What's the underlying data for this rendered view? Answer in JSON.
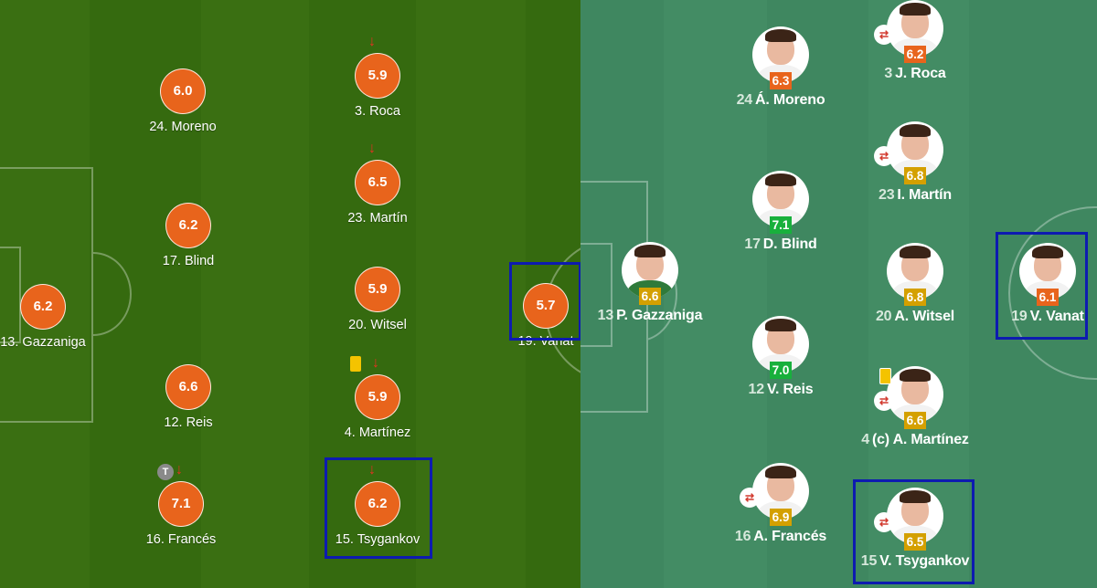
{
  "colors": {
    "left_pitch": "#356a0f",
    "right_pitch": "#3f8760",
    "rating_orange": "#e8641c",
    "rating_yellow": "#d4a000",
    "rating_green": "#18b03c",
    "highlight_border": "#0d1bb0",
    "sub_arrow": "#e53222"
  },
  "left_panel": {
    "players": [
      {
        "rating": "6.2",
        "name": "13. Gazzaniga",
        "markers": []
      },
      {
        "rating": "6.0",
        "name": "24. Moreno",
        "markers": []
      },
      {
        "rating": "6.2",
        "name": "17. Blind",
        "markers": []
      },
      {
        "rating": "6.6",
        "name": "12. Reis",
        "markers": []
      },
      {
        "rating": "7.1",
        "name": "16. Francés",
        "markers": [
          "T",
          "subbed-off-arrow"
        ],
        "marker_label": "T",
        "arrow": "↓"
      },
      {
        "rating": "5.9",
        "name": "3. Roca",
        "markers": [
          "subbed-off-arrow"
        ],
        "arrow": "↓"
      },
      {
        "rating": "6.5",
        "name": "23. Martín",
        "markers": [
          "subbed-off-arrow"
        ],
        "arrow": "↓"
      },
      {
        "rating": "5.9",
        "name": "20. Witsel",
        "markers": []
      },
      {
        "rating": "5.9",
        "name": "4. Martínez",
        "markers": [
          "yellow-card",
          "subbed-off-arrow"
        ],
        "arrow": "↓"
      },
      {
        "rating": "6.2",
        "name": "15. Tsygankov",
        "markers": [
          "subbed-off-arrow"
        ],
        "arrow": "↓",
        "highlighted": true
      },
      {
        "rating": "5.7",
        "name": "19. Vanat",
        "markers": [],
        "highlighted": true
      }
    ]
  },
  "right_panel": {
    "players": [
      {
        "number": "13",
        "name": "P. Gazzaniga",
        "rating": "6.6",
        "rating_color": "yellow",
        "icons": [],
        "kit": "goalkeeper"
      },
      {
        "number": "24",
        "name": "Á. Moreno",
        "rating": "6.3",
        "rating_color": "orange",
        "icons": []
      },
      {
        "number": "17",
        "name": "D. Blind",
        "rating": "7.1",
        "rating_color": "green",
        "icons": []
      },
      {
        "number": "12",
        "name": "V. Reis",
        "rating": "7.0",
        "rating_color": "green",
        "icons": []
      },
      {
        "number": "16",
        "name": "A. Francés",
        "rating": "6.9",
        "rating_color": "yellow",
        "icons": [
          "substitution-icon"
        ]
      },
      {
        "number": "3",
        "name": "J. Roca",
        "rating": "6.2",
        "rating_color": "orange",
        "icons": [
          "substitution-icon"
        ]
      },
      {
        "number": "23",
        "name": "I. Martín",
        "rating": "6.8",
        "rating_color": "yellow",
        "icons": [
          "substitution-icon"
        ]
      },
      {
        "number": "20",
        "name": "A. Witsel",
        "rating": "6.8",
        "rating_color": "yellow",
        "icons": []
      },
      {
        "number": "4",
        "name": "(c) A. Martínez",
        "rating": "6.6",
        "rating_color": "yellow",
        "icons": [
          "yellow-card",
          "substitution-icon"
        ]
      },
      {
        "number": "15",
        "name": "V. Tsygankov",
        "rating": "6.5",
        "rating_color": "yellow",
        "icons": [
          "substitution-icon"
        ],
        "highlighted": true
      },
      {
        "number": "19",
        "name": "V. Vanat",
        "rating": "6.1",
        "rating_color": "orange",
        "icons": [],
        "highlighted": true
      }
    ]
  }
}
